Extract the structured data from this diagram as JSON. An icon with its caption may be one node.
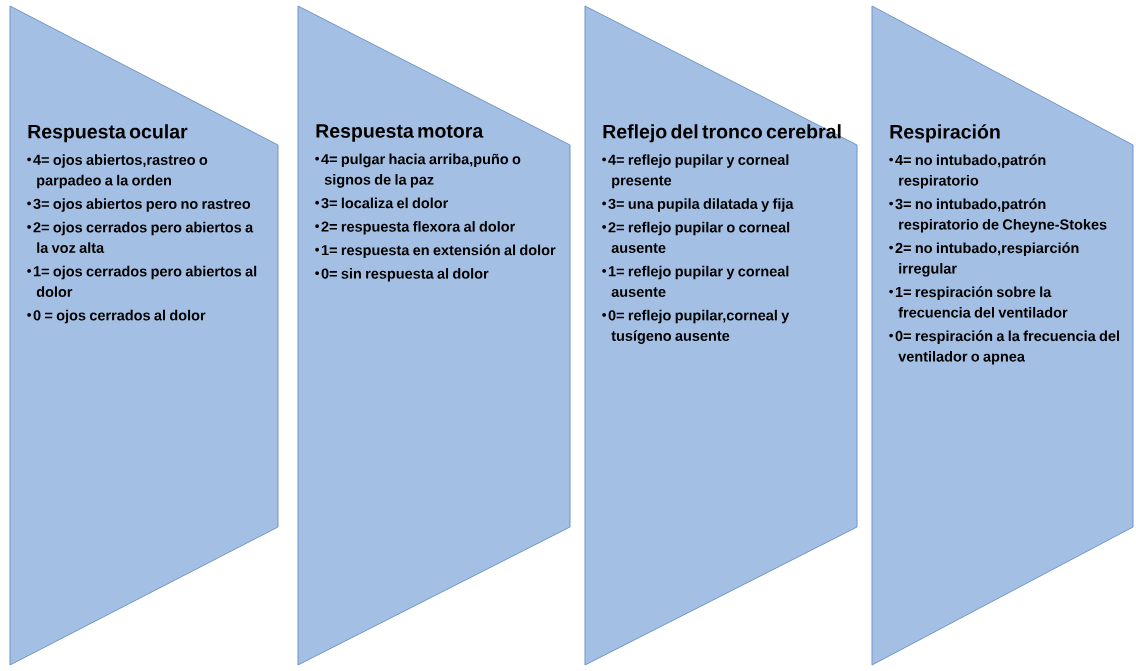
{
  "diagram": {
    "nodes": [
      {
        "text": [
          "Respuesta ocular",
          "4= ojos abiertos,rastreo o parpadeo a la orden",
          "3= ojos abiertos pero no rastreo",
          "2= ojos cerrados pero abiertos a la voz alta",
          "1= ojos cerrados pero abiertos al dolor",
          "0 = ojos cerrados al dolor"
        ]
      },
      {
        "text": [
          "Respuesta motora",
          "4= pulgar hacia arriba,puño o signos de la paz",
          "3= localiza el dolor",
          "2= respuesta flexora al dolor",
          "1= respuesta en extensión al dolor",
          "0= sin respuesta al dolor"
        ]
      },
      {
        "text": [
          "Reflejo del tronco cerebral",
          "4= reflejo pupilar y corneal presente",
          "3= una pupila dilatada y fija",
          "2= reflejo pupilar o corneal ausente",
          "1= reflejo pupilar y corneal ausente",
          "0= reflejo pupilar,corneal y tusígeno ausente"
        ]
      },
      {
        "text": [
          "Respiración",
          "4= no intubado,patrón respiratorio",
          "3= no intubado,patrón respiratorio de Cheyne-Stokes",
          "2= no intubado,respiarción irregular",
          "1= respiración sobre la frecuencia del ventilador",
          "0= respiración a la frecuencia del ventilador o apnea"
        ]
      }
    ]
  }
}
